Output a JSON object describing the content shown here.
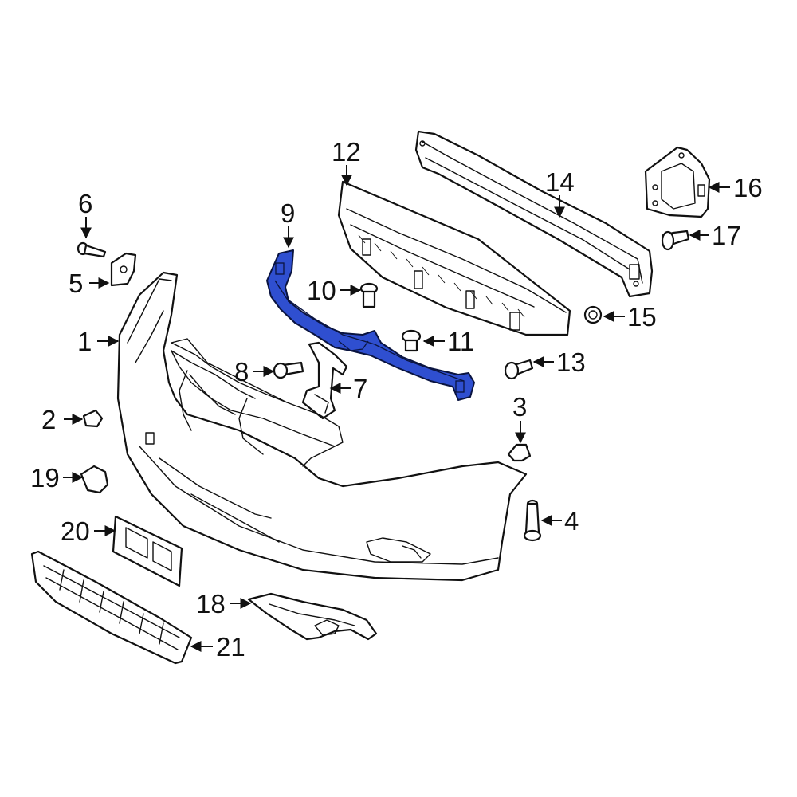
{
  "callouts": [
    {
      "number": "1"
    },
    {
      "number": "2"
    },
    {
      "number": "3"
    },
    {
      "number": "4"
    },
    {
      "number": "5"
    },
    {
      "number": "6"
    },
    {
      "number": "7"
    },
    {
      "number": "8"
    },
    {
      "number": "9"
    },
    {
      "number": "10"
    },
    {
      "number": "11"
    },
    {
      "number": "12"
    },
    {
      "number": "13"
    },
    {
      "number": "14"
    },
    {
      "number": "15"
    },
    {
      "number": "16"
    },
    {
      "number": "17"
    },
    {
      "number": "18"
    },
    {
      "number": "19"
    },
    {
      "number": "20"
    },
    {
      "number": "21"
    }
  ],
  "highlight_color": "#2f4fd0",
  "highlighted_part": "9"
}
